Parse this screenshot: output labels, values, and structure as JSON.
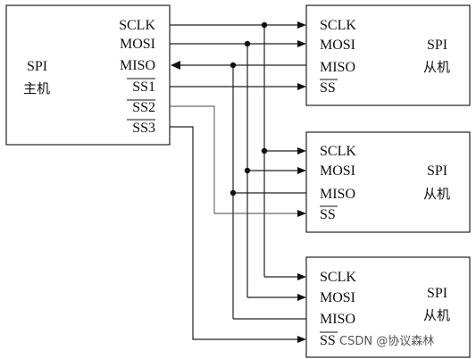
{
  "master": {
    "title": "SPI",
    "subtitle": "主机",
    "pins": [
      "SCLK",
      "MOSI",
      "MISO",
      "SS1",
      "SS2",
      "SS3"
    ]
  },
  "slaves": [
    {
      "pins": [
        "SCLK",
        "MOSI",
        "MISO",
        "SS"
      ],
      "title": "SPI",
      "subtitle": "从机"
    },
    {
      "pins": [
        "SCLK",
        "MOSI",
        "MISO",
        "SS"
      ],
      "title": "SPI",
      "subtitle": "从机"
    },
    {
      "pins": [
        "SCLK",
        "MOSI",
        "MISO",
        "SS"
      ],
      "title": "SPI",
      "subtitle": "从机"
    }
  ],
  "watermark": "CSDN @协议森林"
}
